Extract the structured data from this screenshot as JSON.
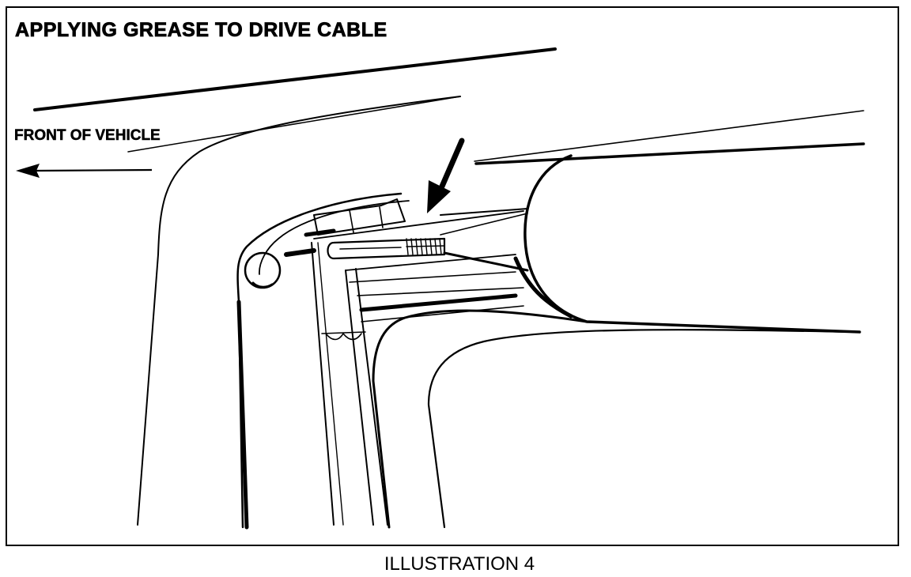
{
  "figure": {
    "title": "APPLYING GREASE TO DRIVE CABLE",
    "direction_label": "FRONT OF VEHICLE",
    "caption": "ILLUSTRATION 4",
    "icons": {
      "direction": "arrow-left-icon",
      "pointer": "arrow-down-left-icon"
    },
    "line_color": "#000000",
    "background_color": "#ffffff"
  }
}
